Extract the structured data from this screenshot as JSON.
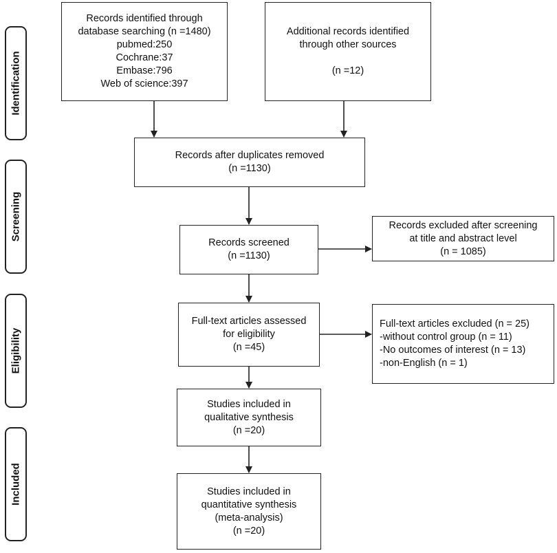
{
  "phases": {
    "identification": "Identification",
    "screening": "Screening",
    "eligibility": "Eligibility",
    "included": "Included"
  },
  "boxes": {
    "db_search": [
      "Records identified through",
      "database searching (n =1480)",
      "pubmed:250",
      "Cochrane:37",
      "Embase:796",
      "Web of science:397"
    ],
    "other_sources": [
      "Additional records identified",
      "through other sources",
      "",
      "(n =12)"
    ],
    "duplicates_removed": [
      "Records after duplicates removed",
      "(n =1130)"
    ],
    "screened": [
      "Records screened",
      "(n =1130)"
    ],
    "excluded_screening": [
      "Records excluded after screening",
      "at title and abstract level",
      "(n = 1085)"
    ],
    "fulltext_assessed": [
      "Full-text articles assessed",
      "for eligibility",
      "(n =45)"
    ],
    "fulltext_excluded": [
      "Full-text articles excluded (n = 25)",
      "-without control group (n = 11)",
      "-No outcomes of interest (n = 13)",
      "-non-English (n = 1)"
    ],
    "qualitative": [
      "Studies included in",
      "qualitative synthesis",
      "(n =20)"
    ],
    "quantitative": [
      "Studies included in",
      "quantitative synthesis",
      "(meta-analysis)",
      "(n =20)"
    ]
  }
}
